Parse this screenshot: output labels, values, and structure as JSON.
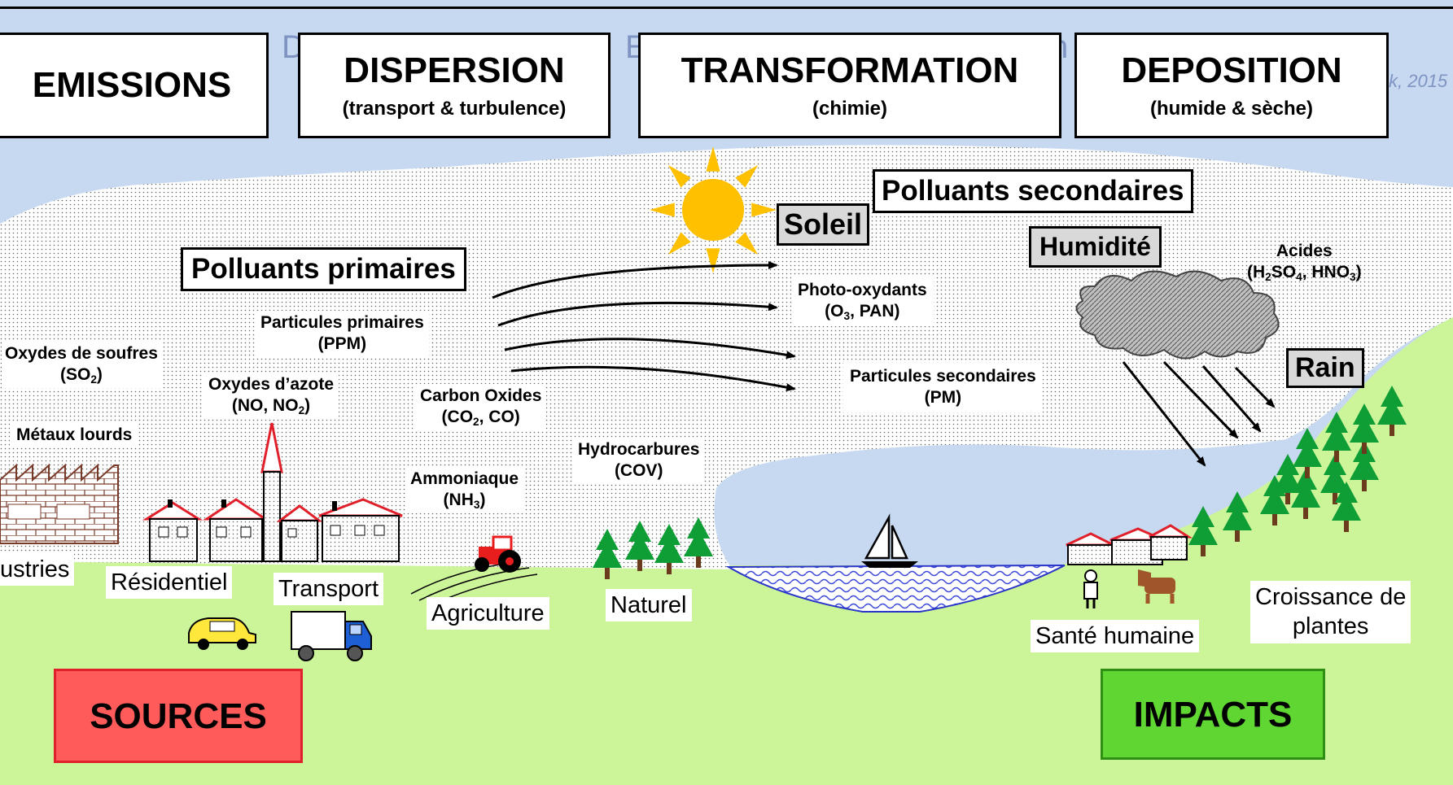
{
  "stages": {
    "emissions": "EMISSIONS",
    "dispersion": {
      "title": "DISPERSION",
      "sub": "(transport & turbulence)"
    },
    "transformation": {
      "title": "TRANSFORMATION",
      "sub": "(chimie)"
    },
    "deposition": {
      "title": "DEPOSITION",
      "sub": "(humide & sèche)"
    }
  },
  "citation_fragment": "k, 2015",
  "hidden_letters": {
    "d": "D",
    "e": "E",
    "n": "n"
  },
  "factors": {
    "sun": "Soleil",
    "humidity": "Humidité",
    "rain": "Rain"
  },
  "groups": {
    "primary": "Polluants primaires",
    "secondary": "Polluants secondaires"
  },
  "primary_pollutants": {
    "sulfur": {
      "name": "Oxydes de soufres",
      "formula_a": "(SO",
      "formula_sub": "2",
      "formula_b": ")"
    },
    "metals": "Métaux lourds",
    "particles": {
      "name": "Particules primaires",
      "formula": "(PPM)"
    },
    "nitrogen": {
      "name": "Oxydes d’azote",
      "formula_a": "(NO, NO",
      "formula_sub": "2",
      "formula_b": ")"
    },
    "carbon": {
      "name": "Carbon Oxides",
      "formula_a": "(CO",
      "formula_sub": "2",
      "formula_b": ", CO)"
    },
    "ammonia": {
      "name": "Ammoniaque",
      "formula_a": "(NH",
      "formula_sub": "3",
      "formula_b": ")"
    },
    "hydrocarbons": {
      "name": "Hydrocarbures",
      "formula": "(COV)"
    }
  },
  "secondary_pollutants": {
    "photo": {
      "name": "Photo-oxydants",
      "formula_a": "(O",
      "formula_sub": "3",
      "formula_b": ", PAN)"
    },
    "particles": {
      "name": "Particules secondaires",
      "formula": "(PM)"
    },
    "acids": {
      "name": "Acides",
      "f1": "(H",
      "s1": "2",
      "f2": "SO",
      "s2": "4",
      "f3": ", HNO",
      "s3": "3",
      "f4": ")"
    }
  },
  "sources": {
    "industries": "ustries",
    "residential": "Résidentiel",
    "transport": "Transport",
    "agriculture": "Agriculture",
    "natural": "Naturel"
  },
  "impacts_labels": {
    "health": "Santé humaine",
    "plants_line1": "Croissance de",
    "plants_line2": "plantes"
  },
  "sections": {
    "sources": "SOURCES",
    "impacts": "IMPACTS"
  },
  "colors": {
    "sky": "#c6d9f1",
    "ground": "#ccf59a",
    "sun": "#ffc000",
    "sources_fill": "#ff5b5b",
    "impacts_fill": "#5fd632",
    "tree": "#0f9e36",
    "water": "#3c48d8",
    "roof": "#e0202a"
  }
}
